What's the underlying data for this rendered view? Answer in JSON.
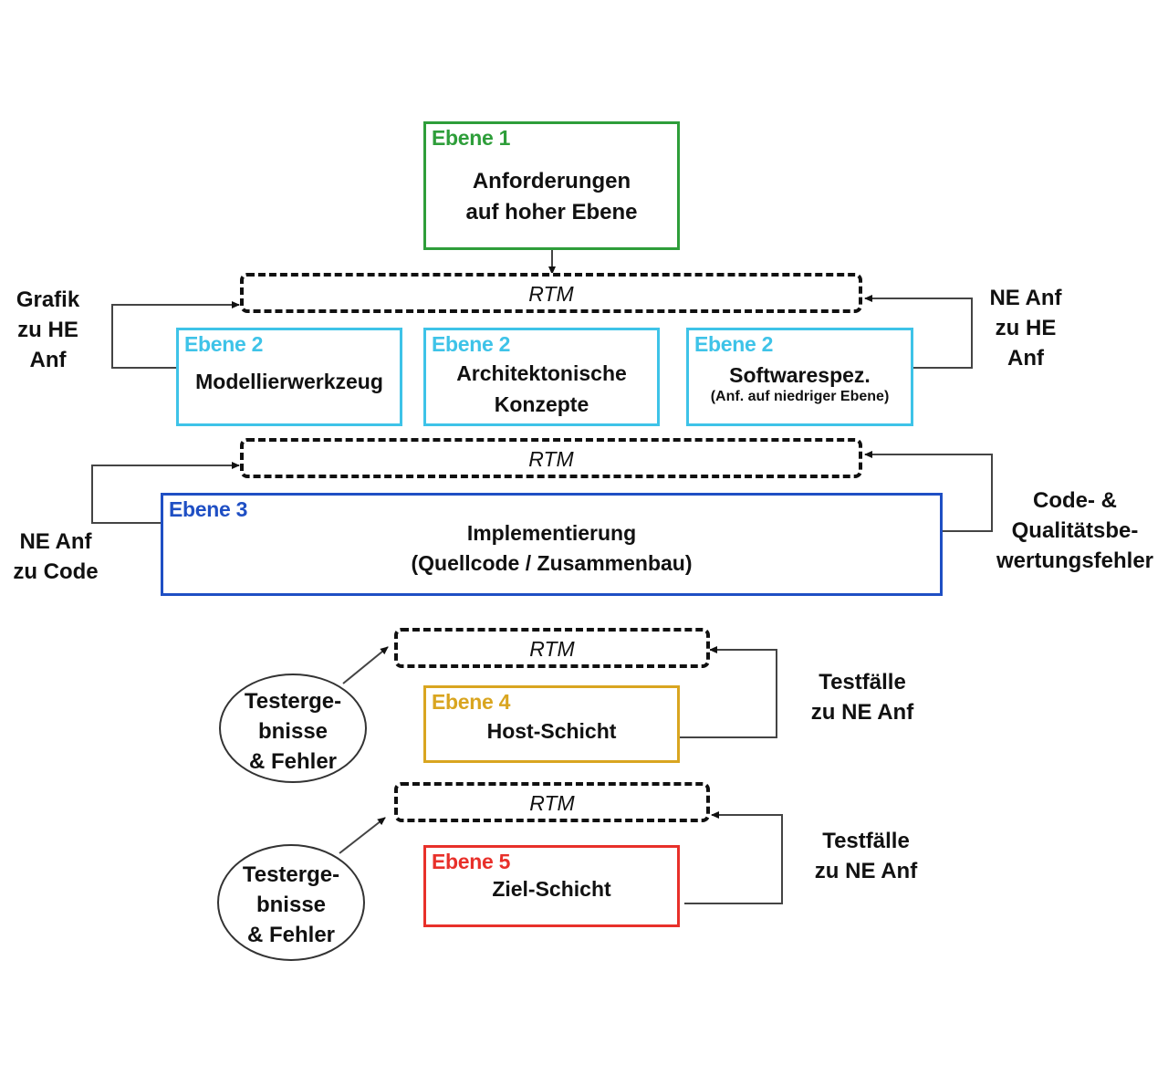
{
  "level1": {
    "label": "Ebene 1",
    "line1": "Anforderungen",
    "line2": "auf hoher Ebene",
    "color": "#2e9e3a"
  },
  "rtm_label": "RTM",
  "level2": [
    {
      "label": "Ebene 2",
      "line1": "Modellierwerkzeug",
      "color": "#3ec3e8"
    },
    {
      "label": "Ebene 2",
      "line1": "Architektonische",
      "line2": "Konzepte",
      "color": "#3ec3e8"
    },
    {
      "label": "Ebene 2",
      "line1": "Softwarespez.",
      "line2": "(Anf. auf niedriger Ebene)",
      "color": "#3ec3e8"
    }
  ],
  "level3": {
    "label": "Ebene 3",
    "line1": "Implementierung",
    "line2": "(Quellcode / Zusammenbau)",
    "color": "#1f4fc4"
  },
  "level4": {
    "label": "Ebene 4",
    "line1": "Host-Schicht",
    "color": "#d9a520"
  },
  "level5": {
    "label": "Ebene 5",
    "line1": "Ziel-Schicht",
    "color": "#e8302a"
  },
  "side_labels": {
    "grafik": [
      "Grafik",
      "zu HE",
      "Anf"
    ],
    "ne_he": [
      "NE Anf",
      "zu HE",
      "Anf"
    ],
    "ne_code": [
      "NE Anf",
      "zu Code"
    ],
    "code_quality": [
      "Code- &",
      "Qualitätsbe-",
      "wertungsfehler"
    ],
    "testfaelle_1": [
      "Testfälle",
      "zu NE Anf"
    ],
    "testfaelle_2": [
      "Testfälle",
      "zu NE Anf"
    ]
  },
  "test_results": [
    [
      "Testerge-",
      "bnisse",
      "& Fehler"
    ],
    [
      "Testerge-",
      "bnisse",
      "& Fehler"
    ]
  ]
}
